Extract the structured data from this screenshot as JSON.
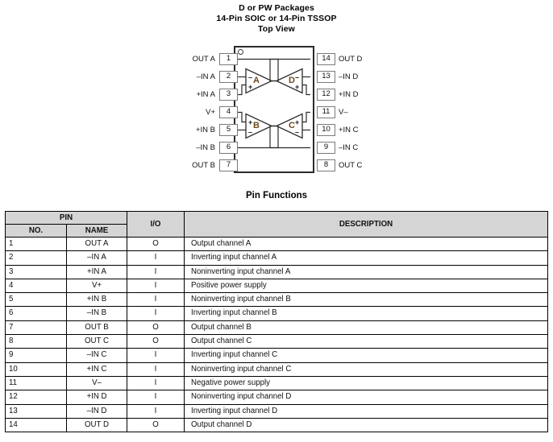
{
  "package_heading": [
    "D or PW Packages",
    "14-Pin SOIC or 14-Pin TSSOP",
    "Top View"
  ],
  "diagram": {
    "pin1_marker": "pin-1-dot",
    "left_pins": [
      {
        "number": "1",
        "label": "OUT A"
      },
      {
        "number": "2",
        "label": "–IN A"
      },
      {
        "number": "3",
        "label": "+IN A"
      },
      {
        "number": "4",
        "label": "V+"
      },
      {
        "number": "5",
        "label": "+IN B"
      },
      {
        "number": "6",
        "label": "–IN B"
      },
      {
        "number": "7",
        "label": "OUT B"
      }
    ],
    "right_pins": [
      {
        "number": "14",
        "label": "OUT D"
      },
      {
        "number": "13",
        "label": "–IN D"
      },
      {
        "number": "12",
        "label": "+IN D"
      },
      {
        "number": "11",
        "label": "V–"
      },
      {
        "number": "10",
        "label": "+IN C"
      },
      {
        "number": "9",
        "label": "–IN C"
      },
      {
        "number": "8",
        "label": "OUT C"
      }
    ],
    "amplifiers": [
      {
        "id": "A",
        "letter": "A",
        "top_sign": "–",
        "bottom_sign": "+",
        "orientation": "right"
      },
      {
        "id": "B",
        "letter": "B",
        "top_sign": "+",
        "bottom_sign": "–",
        "orientation": "right"
      },
      {
        "id": "C",
        "letter": "C",
        "top_sign": "+",
        "bottom_sign": "–",
        "orientation": "left"
      },
      {
        "id": "D",
        "letter": "D",
        "top_sign": "–",
        "bottom_sign": "+",
        "orientation": "left"
      }
    ]
  },
  "table": {
    "title": "Pin Functions",
    "group_header": "PIN",
    "headers": {
      "no": "NO.",
      "name": "NAME",
      "io": "I/O",
      "description": "DESCRIPTION"
    },
    "rows": [
      {
        "no": "1",
        "name": "OUT A",
        "io": "O",
        "description": "Output channel A"
      },
      {
        "no": "2",
        "name": "–IN A",
        "io": "I",
        "description": "Inverting input channel A"
      },
      {
        "no": "3",
        "name": "+IN A",
        "io": "I",
        "description": "Noninverting input channel A"
      },
      {
        "no": "4",
        "name": "V+",
        "io": "I",
        "description": "Positive power supply"
      },
      {
        "no": "5",
        "name": "+IN B",
        "io": "I",
        "description": "Noninverting input channel B"
      },
      {
        "no": "6",
        "name": "–IN B",
        "io": "I",
        "description": "Inverting input channel B"
      },
      {
        "no": "7",
        "name": "OUT B",
        "io": "O",
        "description": "Output channel B"
      },
      {
        "no": "8",
        "name": "OUT C",
        "io": "O",
        "description": "Output channel C"
      },
      {
        "no": "9",
        "name": "–IN C",
        "io": "I",
        "description": "Inverting input channel C"
      },
      {
        "no": "10",
        "name": "+IN C",
        "io": "I",
        "description": "Noninverting input channel C"
      },
      {
        "no": "11",
        "name": "V–",
        "io": "I",
        "description": "Negative power supply"
      },
      {
        "no": "12",
        "name": "+IN D",
        "io": "I",
        "description": "Noninverting input channel D"
      },
      {
        "no": "13",
        "name": "–IN D",
        "io": "I",
        "description": "Inverting input channel D"
      },
      {
        "no": "14",
        "name": "OUT D",
        "io": "O",
        "description": "Output channel D"
      }
    ]
  },
  "colors": {
    "header_fill": "#d5d5d5",
    "border": "#000000",
    "amp_letter": "#6b4a1f",
    "package_outline": "#2b2b2b"
  }
}
